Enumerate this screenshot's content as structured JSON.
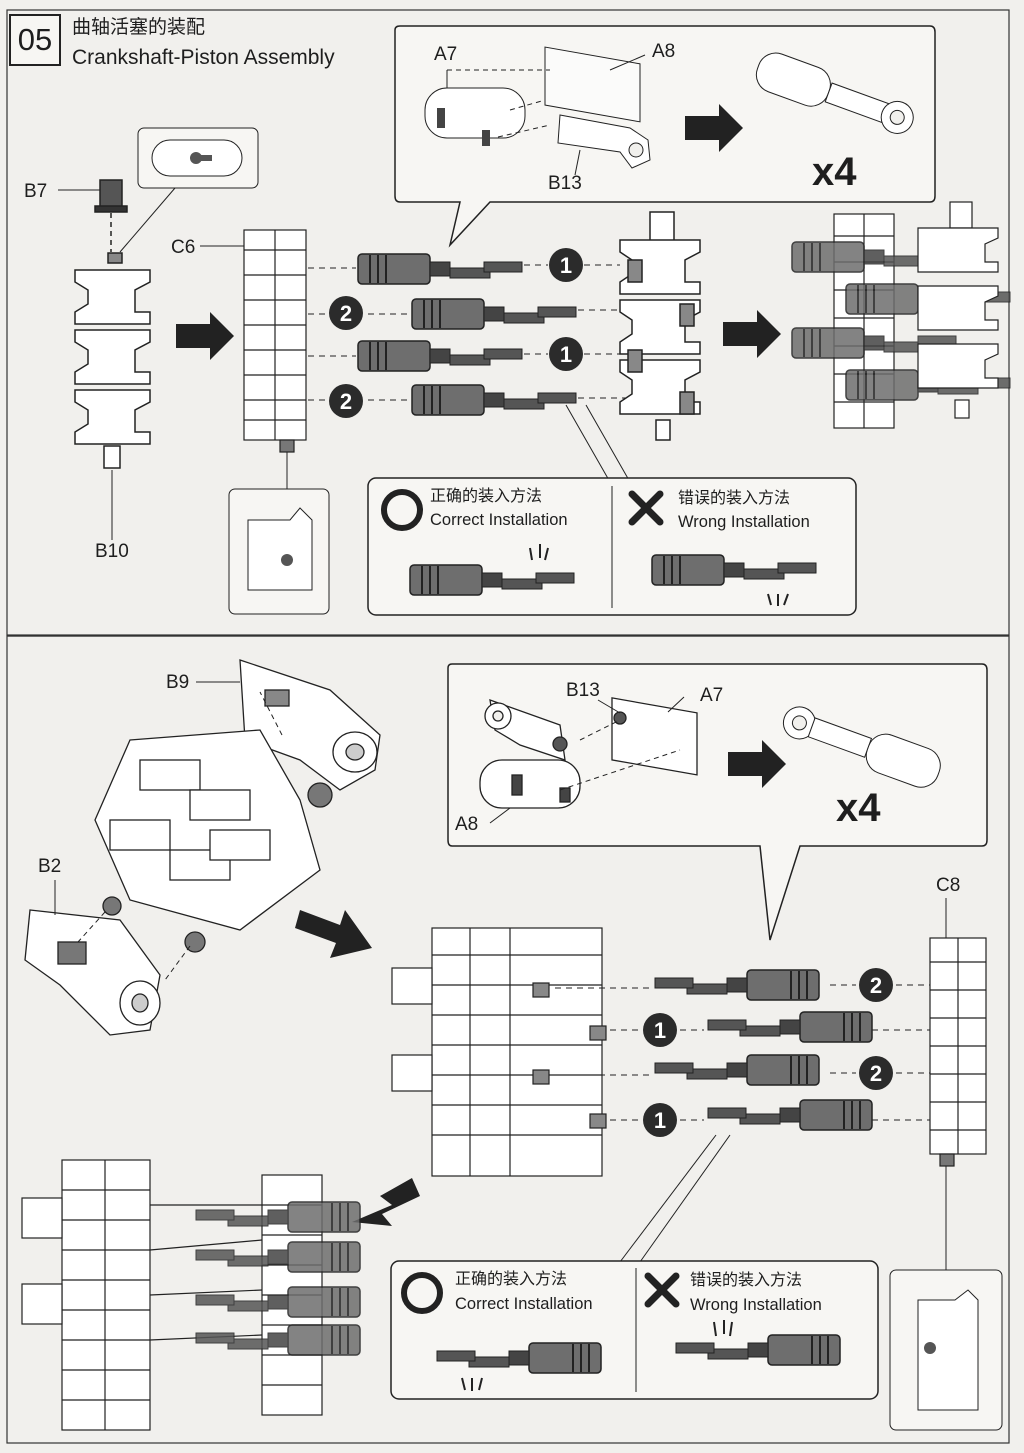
{
  "step": {
    "number": "05",
    "title_zh": "曲轴活塞的装配",
    "title_en": "Crankshaft-Piston Assembly"
  },
  "parts": {
    "b7": "B7",
    "c6": "C6",
    "b10": "B10",
    "a7": "A7",
    "a8": "A8",
    "b13": "B13",
    "b9": "B9",
    "b2": "B2",
    "c8": "C8"
  },
  "multiplier": "x4",
  "order_numbers": {
    "one": "1",
    "two": "2"
  },
  "installation": {
    "correct_zh": "正确的装入方法",
    "correct_en": "Correct Installation",
    "wrong_zh": "错误的装入方法",
    "wrong_en": "Wrong Installation"
  },
  "colors": {
    "paper": "#f1f0ed",
    "line": "#222222",
    "piston_fill": "#6e6e6e",
    "rod_fill": "#444444",
    "badge": "#2b2b2b"
  },
  "icons": [
    "arrow-right-icon",
    "correct-circle-icon",
    "wrong-x-icon",
    "number-badge-icon"
  ]
}
